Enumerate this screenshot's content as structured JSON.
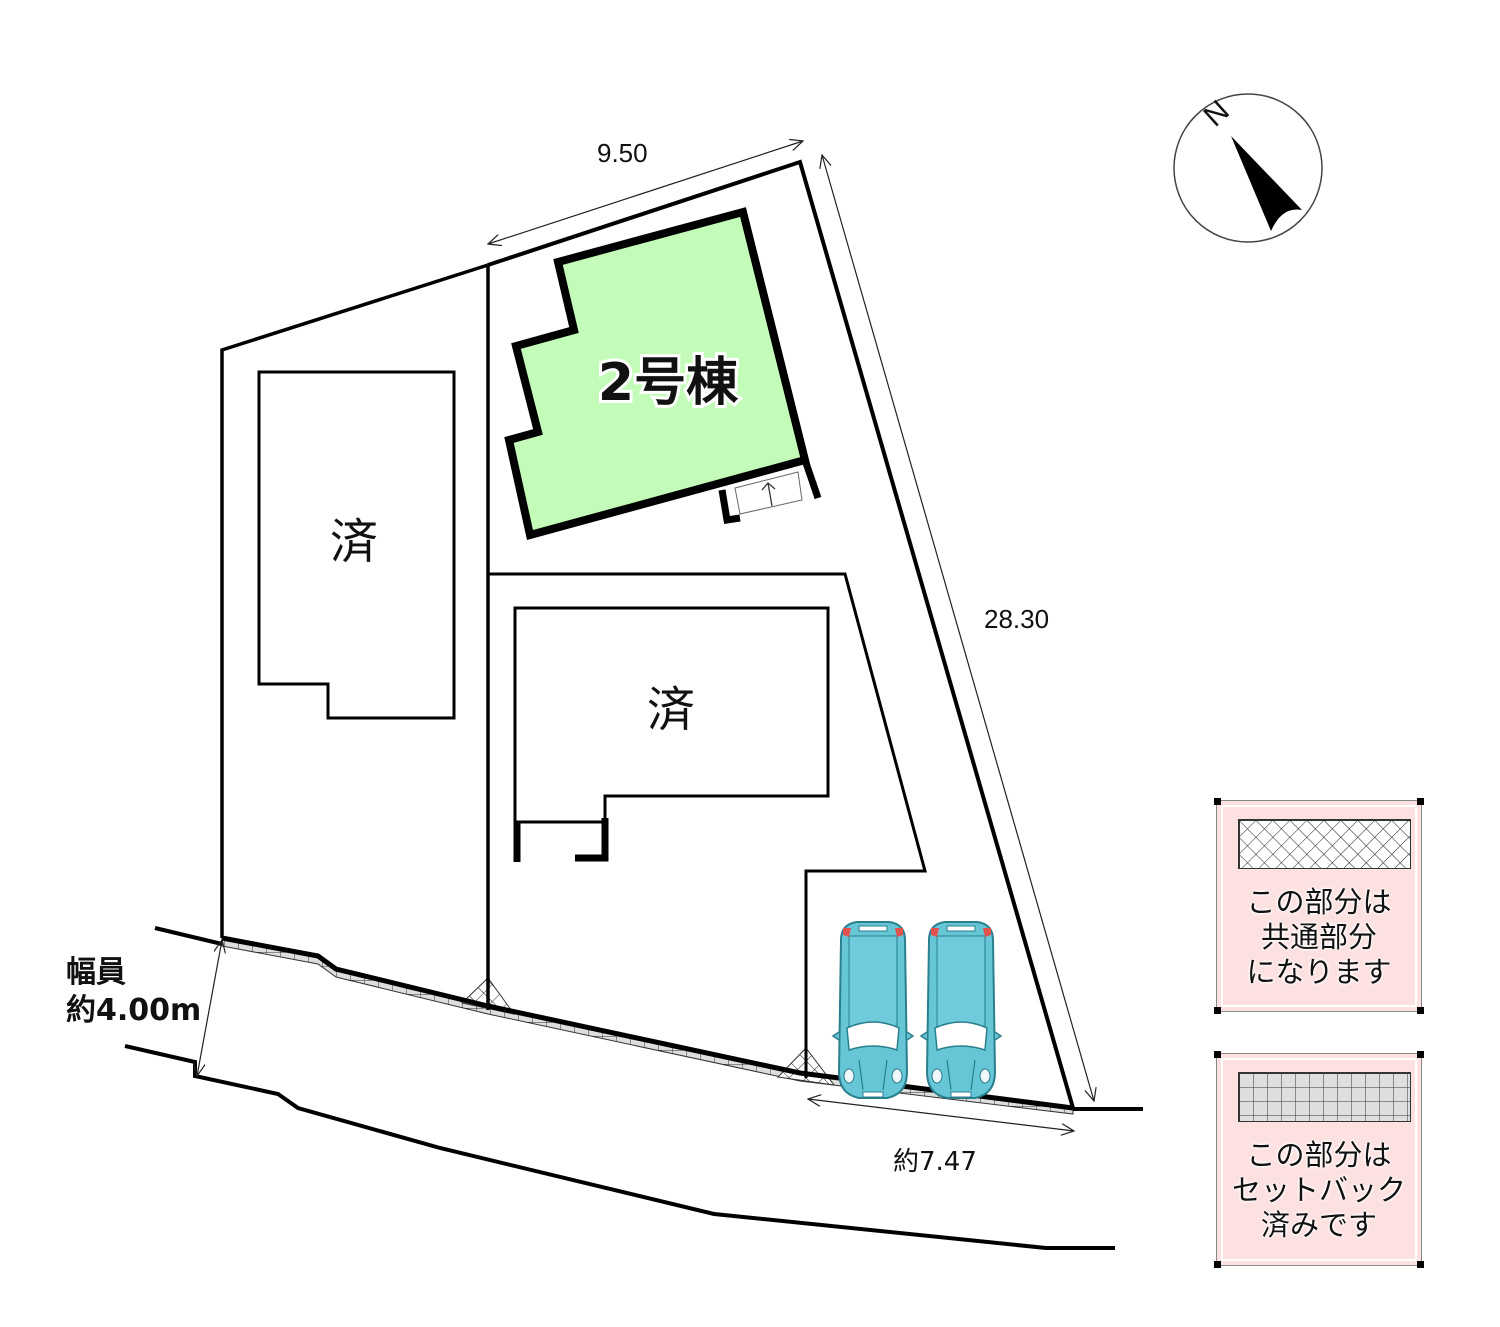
{
  "diagram": {
    "type": "site-plan",
    "compass": {
      "label": "N",
      "icon": "north-arrow-icon"
    },
    "dimensions": {
      "top_edge": "9.50",
      "right_edge": "28.30",
      "frontage": "約7.47",
      "road_width_title": "幅員",
      "road_width_value": "約4.00m"
    },
    "lots": [
      {
        "id": "left-lot",
        "building_label": "済",
        "status": "sold"
      },
      {
        "id": "middle-lot",
        "building_label": "済",
        "status": "sold"
      },
      {
        "id": "target-lot",
        "building_label": "2号棟",
        "status": "available",
        "fill": "#c3fbb8"
      }
    ],
    "parking": {
      "cars": 2,
      "car_color": "#67c6d6"
    },
    "legend": [
      {
        "pattern": "diagonal-crosshatch",
        "lines": [
          "この部分は",
          "共通部分",
          "になります"
        ]
      },
      {
        "pattern": "grid-gray",
        "lines": [
          "この部分は",
          "セットバック",
          "済みです"
        ]
      }
    ],
    "colors": {
      "building_fill": "#c3fbb8",
      "legend_bg": "#fde0e0",
      "setback_fill": "#e0e0e0",
      "car_body": "#67c6d6"
    }
  }
}
